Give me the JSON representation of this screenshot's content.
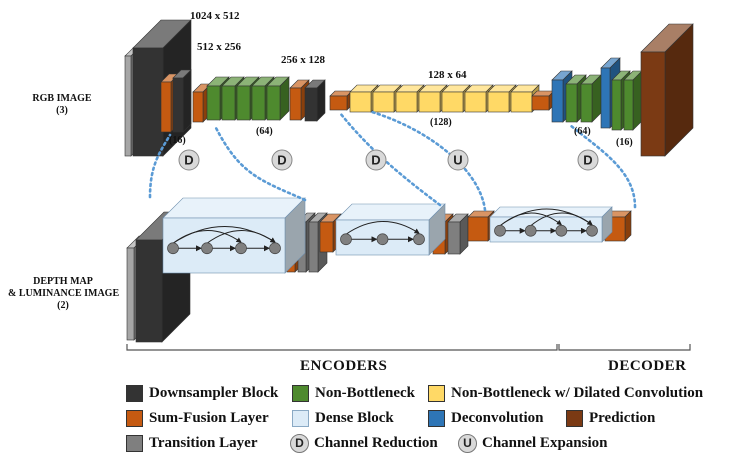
{
  "rgb_branch": {
    "label_line1": "RGB IMAGE",
    "label_line2": "(3)",
    "size_1024": "1024 x 512",
    "size_512": "512 x 256",
    "size_256": "256 x 128",
    "size_128": "128 x 64",
    "channels_16_left": "(16)",
    "channels_64_left": "(64)",
    "channels_128": "(128)",
    "channels_64_right": "(64)",
    "channels_16_right": "(16)"
  },
  "depth_branch": {
    "label_line1": "DEPTH MAP",
    "label_line2": "& LUMINANCE IMAGE",
    "label_line3": "(2)"
  },
  "connectors": [
    "D",
    "D",
    "D",
    "U",
    "D"
  ],
  "sections": {
    "encoders": "ENCODERS",
    "decoder": "DECODER"
  },
  "colors": {
    "downsampler": "#333333",
    "non_bottleneck": "#4e8a2e",
    "dilated": "#ffd966",
    "sum_fusion": "#c55a11",
    "dense_block": "#dcebf7",
    "deconvolution": "#2e75b6",
    "prediction": "#7b3a14",
    "transition": "#7f7f7f",
    "input": "#a6a6a6"
  },
  "legend": {
    "downsampler": "Downsampler Block",
    "non_bottleneck": "Non-Bottleneck",
    "dilated": "Non-Bottleneck w/ Dilated Convolution",
    "sum_fusion": "Sum-Fusion Layer",
    "dense_block": "Dense Block",
    "deconvolution": "Deconvolution",
    "prediction": "Prediction",
    "transition": "Transition Layer",
    "channel_reduction_symbol": "D",
    "channel_reduction": "Channel Reduction",
    "channel_expansion_symbol": "U",
    "channel_expansion": "Channel Expansion"
  }
}
